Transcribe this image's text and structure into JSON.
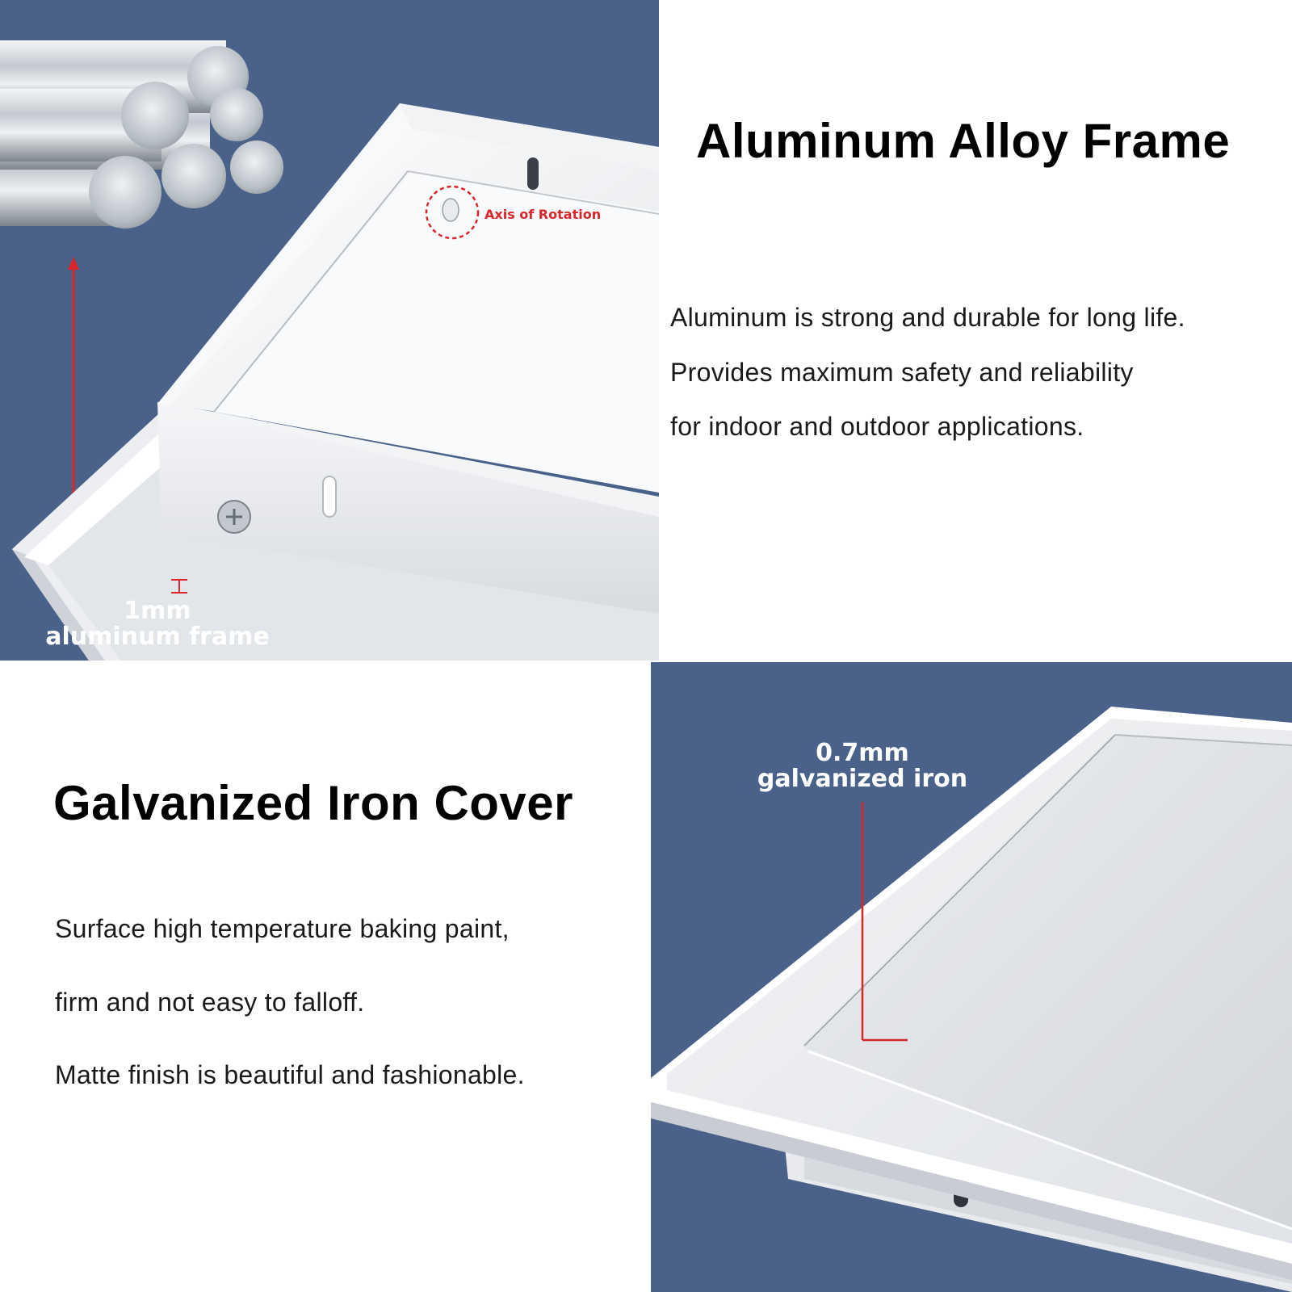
{
  "top_section": {
    "heading": "Aluminum Alloy Frame",
    "lines": [
      "Aluminum is strong and durable for long life.",
      "Provides maximum safety and reliability",
      "for indoor and outdoor applications."
    ],
    "photo": {
      "annotation": "Axis of Rotation",
      "callout_value": "1mm",
      "callout_label": "aluminum frame"
    }
  },
  "bottom_section": {
    "heading": "Galvanized Iron Cover",
    "lines": [
      "Surface high temperature baking paint,",
      "firm and not easy to falloff.",
      "Matte finish is beautiful and fashionable."
    ],
    "photo": {
      "callout_value": "0.7mm",
      "callout_label": "galvanized iron"
    }
  },
  "colors": {
    "photo_background": "#4a6189",
    "accent_red": "#d9262a",
    "text": "#000000"
  },
  "icons": [
    "aluminum-rods-icon",
    "screw-icon",
    "rotation-axis-marker-icon"
  ]
}
